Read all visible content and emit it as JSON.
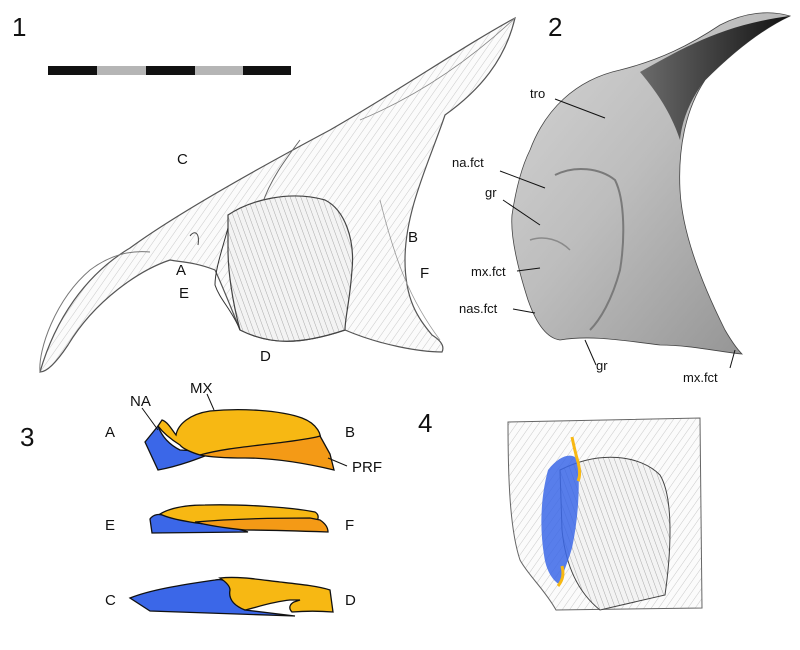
{
  "figure": {
    "panel_numbers": [
      "1",
      "2",
      "3",
      "4"
    ],
    "scale_bar": {
      "segments": 5
    }
  },
  "panel1": {
    "section_labels": [
      "A",
      "B",
      "C",
      "D",
      "E",
      "F"
    ]
  },
  "panel2": {
    "labels": {
      "tro": "tro",
      "na_fct": "na.fct",
      "gr_upper": "gr",
      "mx_fct_mid": "mx.fct",
      "nas_fct": "nas.fct",
      "gr_lower": "gr",
      "mx_fct_tip": "mx.fct"
    }
  },
  "panel3": {
    "bone_labels": {
      "na": "NA",
      "mx": "MX",
      "prf": "PRF"
    },
    "rows": [
      {
        "left": "A",
        "right": "B"
      },
      {
        "left": "E",
        "right": "F"
      },
      {
        "left": "C",
        "right": "D"
      }
    ],
    "colors": {
      "nasal": "#3b67e8",
      "maxilla": "#f7b813",
      "prefrontal": "#f49a16",
      "outline": "#111111"
    }
  },
  "panel4": {
    "colors": {
      "nasal": "#3b67e8",
      "maxilla": "#f7b813"
    }
  }
}
